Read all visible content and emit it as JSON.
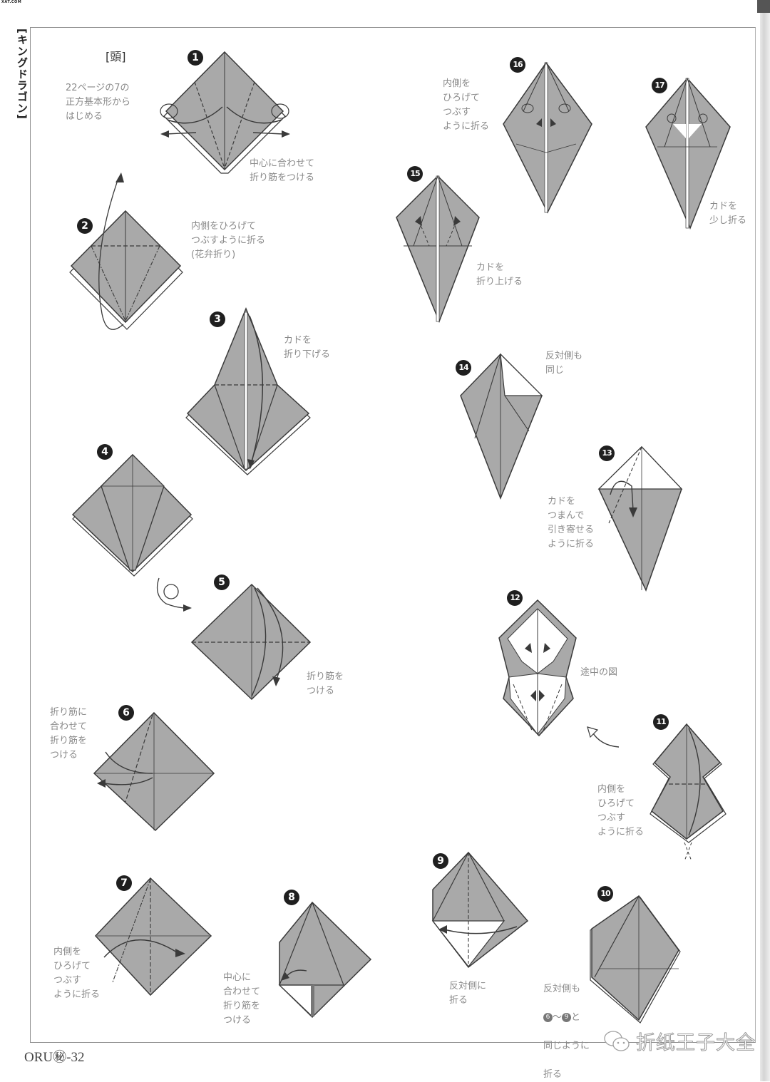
{
  "page": {
    "corner_mark": "XAT.COM",
    "vertical_title": "[キングドラゴン]",
    "section_title": "[頭]",
    "footer": "ORU㊙-32",
    "watermark": "折纸王子大全",
    "watermark_icon": "wechat-icon"
  },
  "colors": {
    "paper_gray": "#a9a9a9",
    "line_dark": "#3a3a3a",
    "note_text": "#8a8a8a",
    "step_badge": "#1f1f1f"
  },
  "steps": [
    {
      "n": "1",
      "note": "中心に合わせて\n折り筋をつける",
      "intro": "22ページの7の\n正方基本形から\nはじめる"
    },
    {
      "n": "2",
      "note": "内側をひろげて\nつぶすように折る\n(花弁折り)"
    },
    {
      "n": "3",
      "note": "カドを\n折り下げる"
    },
    {
      "n": "4",
      "note": ""
    },
    {
      "n": "5",
      "note": "折り筋を\nつける"
    },
    {
      "n": "6",
      "note": "折り筋に\n合わせて\n折り筋を\nつける"
    },
    {
      "n": "7",
      "note": "内側を\nひろげて\nつぶす\nように折る"
    },
    {
      "n": "8",
      "note": "中心に\n合わせて\n折り筋を\nつける"
    },
    {
      "n": "9",
      "note": "反対側に\n折る"
    },
    {
      "n": "10",
      "note_line1": "反対側も",
      "note_ref_a": "6",
      "note_sep": "〜",
      "note_ref_b": "9",
      "note_line2_suffix": "と",
      "note_line3": "同じように",
      "note_line4": "折る"
    },
    {
      "n": "11",
      "note": "内側を\nひろげて\nつぶす\nように折る"
    },
    {
      "n": "12",
      "note": "途中の図"
    },
    {
      "n": "13",
      "note": "カドを\nつまんで\n引き寄せる\nように折る"
    },
    {
      "n": "14",
      "note": "反対側も\n同じ"
    },
    {
      "n": "15",
      "note": "カドを\n折り上げる"
    },
    {
      "n": "16",
      "note": "内側を\nひろげて\nつぶす\nように折る"
    },
    {
      "n": "17",
      "note": "カドを\n少し折る"
    }
  ]
}
